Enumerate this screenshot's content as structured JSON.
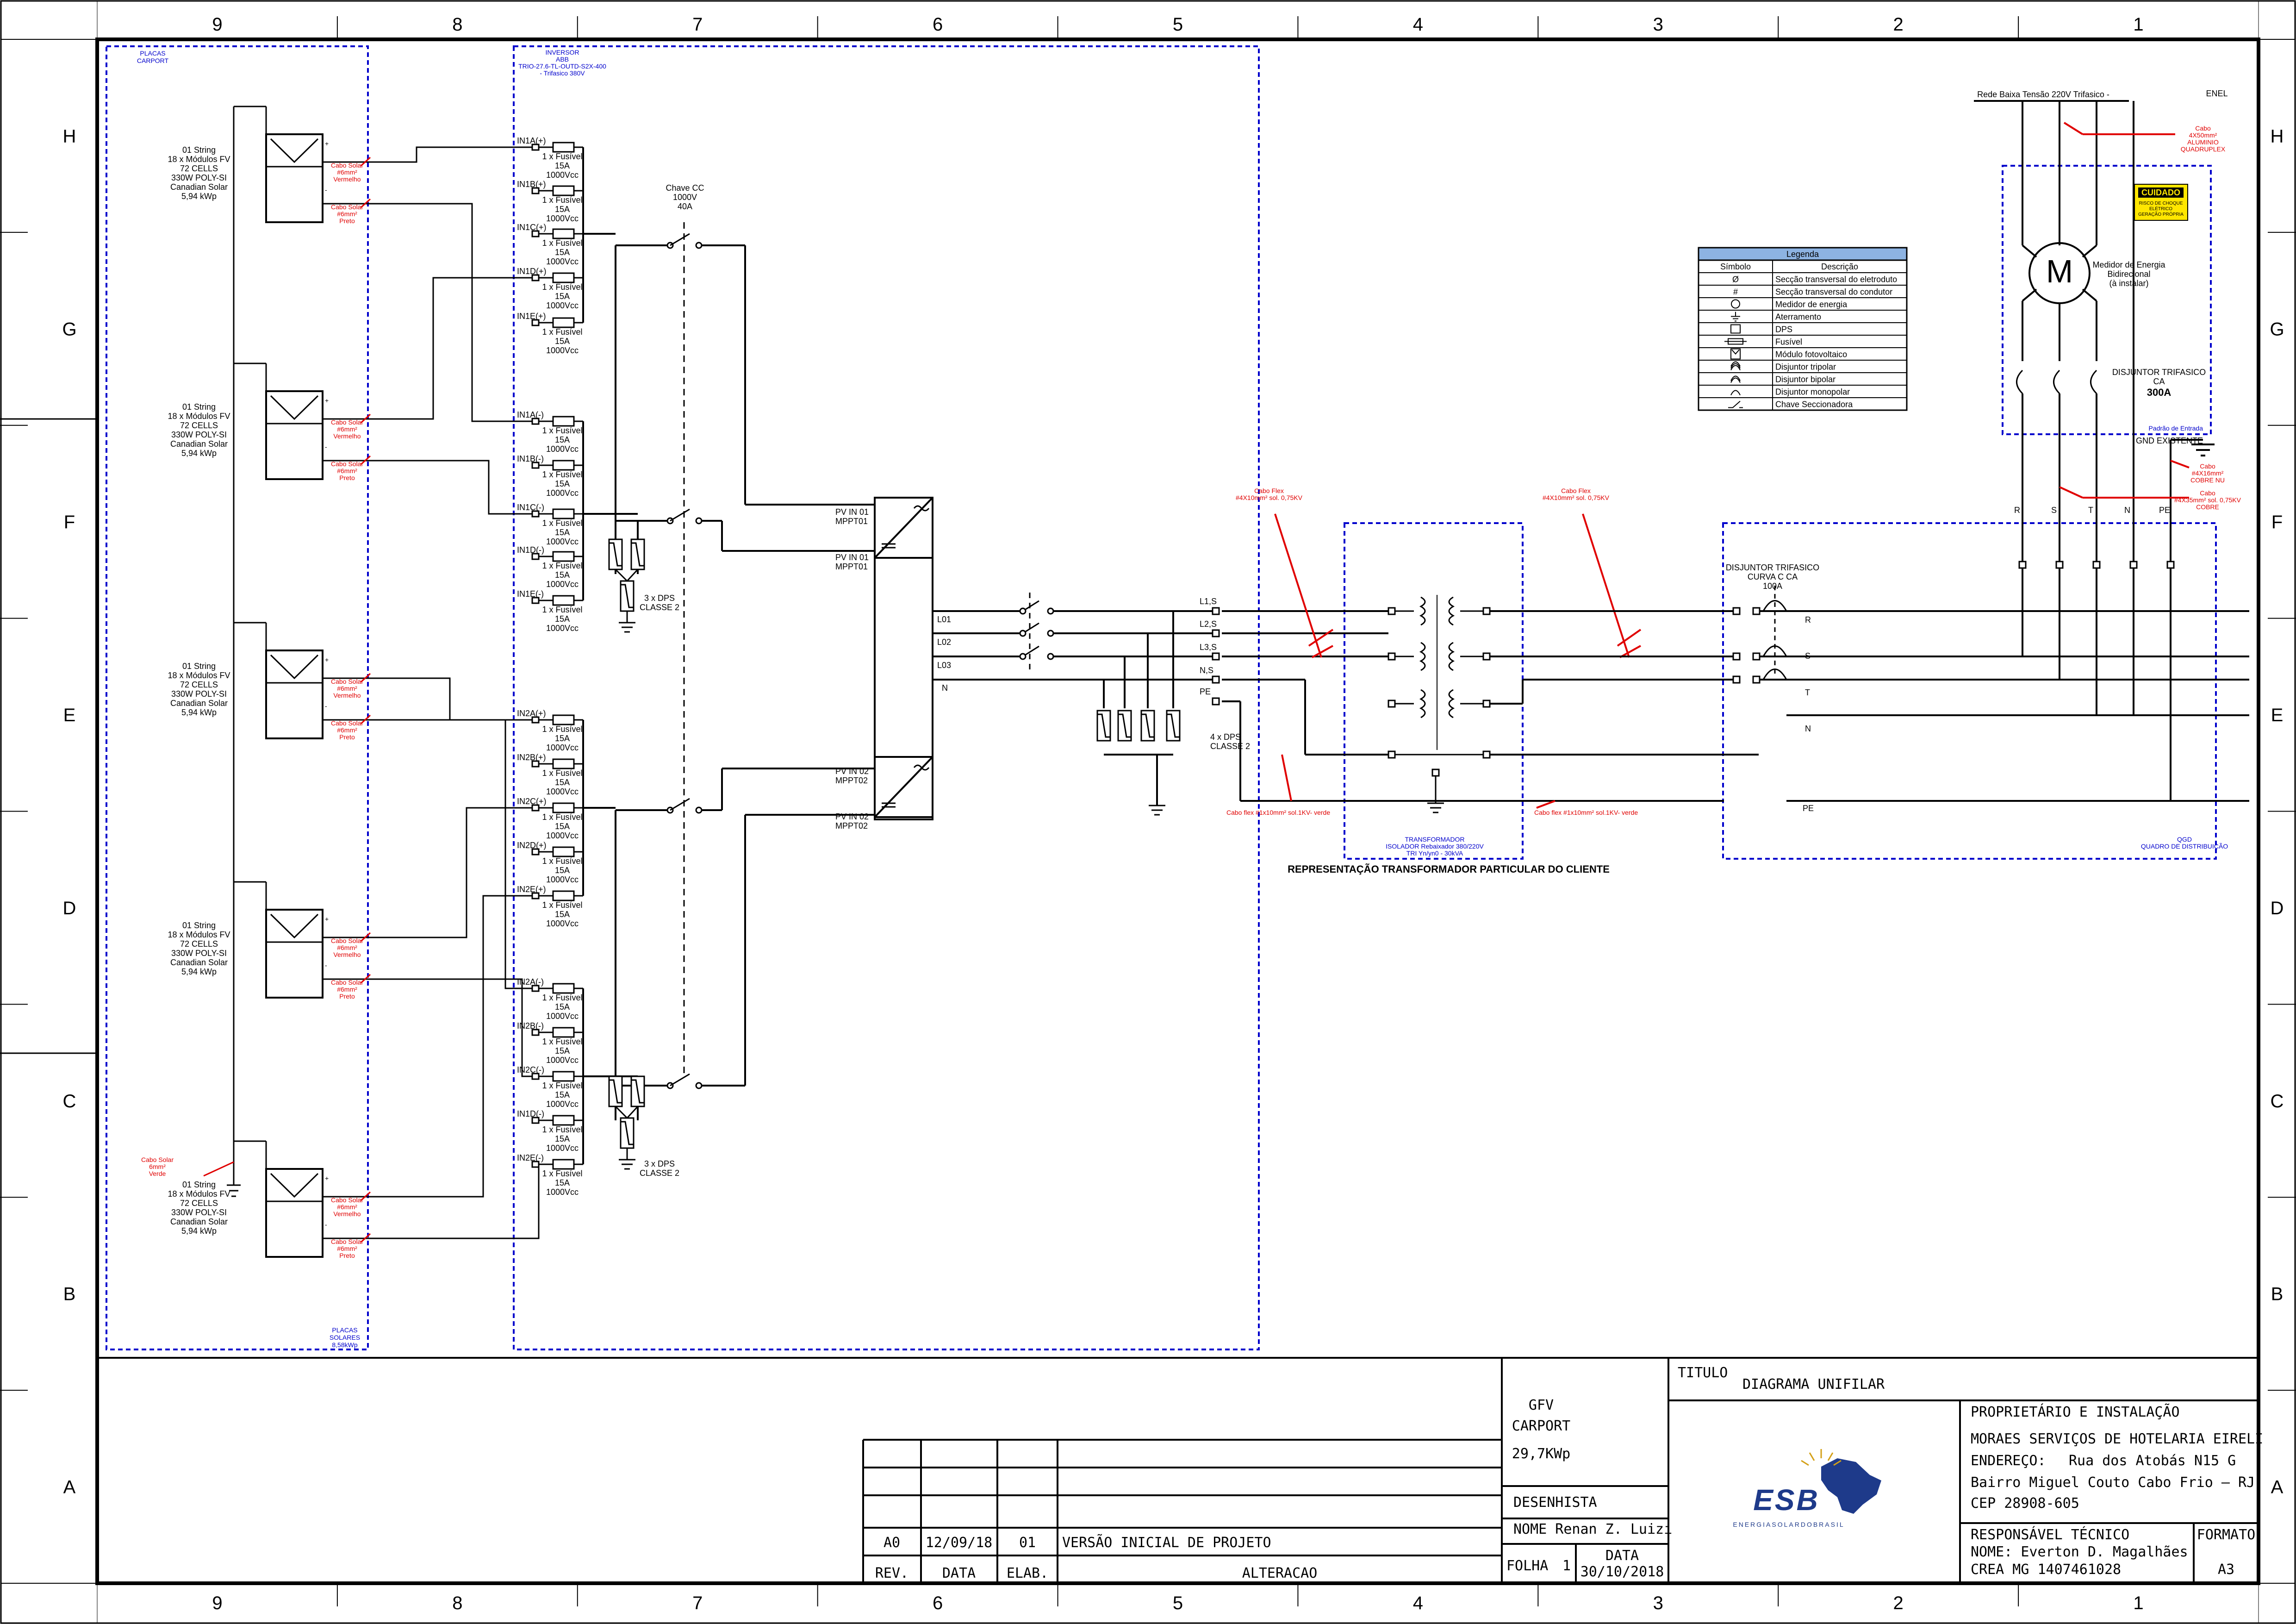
{
  "sheet": {
    "zones_top": [
      "9",
      "8",
      "7",
      "6",
      "5",
      "4",
      "3",
      "2",
      "1"
    ],
    "zones_side": [
      "H",
      "G",
      "F",
      "E",
      "D",
      "C",
      "B",
      "A"
    ]
  },
  "colors": {
    "line": "#000000",
    "cable_label": "#e00000",
    "group_box": "#0000cc",
    "legend_header": "#8db3e2",
    "warning": "#ffe600"
  },
  "modules": {
    "strings": [
      {
        "lines": [
          "01 String",
          "18 x Módulos FV",
          "72 CELLS",
          "330W POLY-SI",
          "Canadian Solar",
          "5,94 kWp"
        ]
      },
      {
        "lines": [
          "01 String",
          "18 x Módulos FV",
          "72 CELLS",
          "330W POLY-SI",
          "Canadian Solar",
          "5,94 kWp"
        ]
      },
      {
        "lines": [
          "01 String",
          "18 x Módulos FV",
          "72 CELLS",
          "330W POLY-SI",
          "Canadian Solar",
          "5,94 kWp"
        ]
      },
      {
        "lines": [
          "01 String",
          "18 x Módulos FV",
          "72 CELLS",
          "330W POLY-SI",
          "Canadian Solar",
          "5,94 kWp"
        ]
      },
      {
        "lines": [
          "01 String",
          "18 x Módulos FV",
          "72 CELLS",
          "330W POLY-SI",
          "Canadian Solar",
          "5,94 kWp"
        ]
      }
    ],
    "cable_pos": [
      "Cabo Solar",
      "#6mm²",
      "Vermelho"
    ],
    "cable_neg": [
      "Cabo Solar",
      "#6mm²",
      "Preto"
    ],
    "ground_cable": [
      "Cabo Solar",
      "6mm²",
      "Verde"
    ],
    "box_label_top": [
      "PLACAS",
      "CARPORT"
    ],
    "box_label_bottom": [
      "PLACAS",
      "SOLARES",
      "8,58kWp"
    ]
  },
  "inverter": {
    "box_label": [
      "INVERSOR",
      "ABB",
      "TRIO-27.6-TL-OUTD-S2X-400",
      "- Trifasico 380V"
    ],
    "fuse_inputs_1": [
      "IN1A(+)",
      "IN1B(+)",
      "IN1C(+)",
      "IN1D(+)",
      "IN1E(+)",
      "IN1A(-)",
      "IN1B(-)",
      "IN1C(-)",
      "IN1D(-)",
      "IN1E(-)"
    ],
    "fuse_inputs_2": [
      "IN2A(+)",
      "IN2B(+)",
      "IN2C(+)",
      "IN2D(+)",
      "IN2E(+)",
      "IN2A(-)",
      "IN2B(-)",
      "IN2C(-)",
      "IN1D(-)",
      "IN2E(-)"
    ],
    "fuse_spec": [
      "1 x Fusível",
      "15A",
      "1000Vcc"
    ],
    "dc_switch": [
      "Chave CC",
      "1000V",
      "40A"
    ],
    "dps_dc": [
      "3 x DPS",
      "CLASSE 2"
    ],
    "mppt_labels": [
      "PV IN 01",
      "MPPT01",
      "PV IN 01",
      "MPPT01",
      "PV IN 02",
      "MPPT02",
      "PV IN 02",
      "MPPT02"
    ],
    "ac_out": [
      "L01",
      "L02",
      "L03",
      "N"
    ]
  },
  "ac_side": {
    "bus_labels": [
      "L1,S",
      "L2,S",
      "L3,S",
      "N,S",
      "PE"
    ],
    "dps_ac": [
      "4 x DPS",
      "CLASSE 2"
    ],
    "cable_flex_1": [
      "Cabo Flex",
      "#4X10mm² sol. 0,75KV"
    ],
    "cable_flex_2": [
      "Cabo Flex",
      "#4X10mm² sol. 0,75KV"
    ],
    "cable_earth_1": "Cabo flex #1x10mm² sol.1KV- verde",
    "cable_earth_2": "Cabo flex #1x10mm² sol.1KV- verde",
    "transformer_label": [
      "TRANSFORMADOR",
      "ISOLADOR Rebaixador 380/220V",
      "TRI Yn/yn0 - 30kVA"
    ],
    "transformer_caption": "REPRESENTAÇÃO TRANSFORMADOR PARTICULAR DO CLIENTE",
    "breaker": [
      "DISJUNTOR TRIFASICO",
      "CURVA C CA",
      "100A"
    ],
    "phases": [
      "R",
      "S",
      "T",
      "N",
      "PE"
    ],
    "qgd": [
      "QGD",
      "QUADRO DE DISTRIBUIÇÃO"
    ]
  },
  "grid": {
    "network": "Rede Baixa Tensão 220V Trifasico -",
    "utility": "ENEL",
    "cable_alu": [
      "Cabo",
      "4X50mm²",
      "ALUMINIO",
      "QUADRUPLEX"
    ],
    "warning": [
      "CUIDADO",
      "RISCO DE CHOQUE",
      "ELÉTRICO",
      "GERAÇÃO PRÓPRIA"
    ],
    "meter_letter": "M",
    "meter": [
      "Medidor de Energia",
      "Bidirecional",
      "(à instalar)"
    ],
    "main_breaker": [
      "DISJUNTOR TRIFASICO",
      "CA",
      "300A"
    ],
    "entry_pattern": "Padrão de Entrada",
    "gnd": "GND EXISTENTE",
    "cable_copper_1": [
      "Cabo",
      "#4X16mm²",
      "COBRE NU"
    ],
    "cable_copper_2": [
      "Cabo",
      "#4X35mm² sol. 0,75KV",
      "COBRE"
    ],
    "phases": [
      "R",
      "S",
      "T",
      "N",
      "PE"
    ]
  },
  "legend": {
    "title": "Legenda",
    "headers": [
      "Símbolo",
      "Descrição"
    ],
    "rows": [
      {
        "symbol": "Ø",
        "desc": "Secção transversal do eletroduto"
      },
      {
        "symbol": "#",
        "desc": "Secção transversal do condutor"
      },
      {
        "symbol": "meter",
        "desc": "Medidor de energia"
      },
      {
        "symbol": "ground",
        "desc": "Aterramento"
      },
      {
        "symbol": "dps",
        "desc": "DPS"
      },
      {
        "symbol": "fuse",
        "desc": "Fusível"
      },
      {
        "symbol": "module",
        "desc": "Módulo fotovoltaico"
      },
      {
        "symbol": "breaker3",
        "desc": "Disjuntor tripolar"
      },
      {
        "symbol": "breaker2",
        "desc": "Disjuntor bipolar"
      },
      {
        "symbol": "breaker1",
        "desc": "Disjuntor monopolar"
      },
      {
        "symbol": "switch",
        "desc": "Chave Seccionadora"
      }
    ]
  },
  "title_block": {
    "project": [
      "GFV",
      "CARPORT",
      "29,7KWp"
    ],
    "titulo_label": "TITULO",
    "titulo": "DIAGRAMA UNIFILAR",
    "owner_label": "PROPRIETÁRIO E INSTALAÇÃO",
    "owner": "MORAES SERVIÇOS DE HOTELARIA EIRELI",
    "address_label": "ENDEREÇO:",
    "address_1": "Rua dos Atobás N15 G",
    "address_2": "Bairro Miguel Couto Cabo Frio — RJ",
    "cep": "CEP 28908-605",
    "desenhista_label": "DESENHISTA",
    "desenhista": "NOME Renan Z. Luizi",
    "folha_label": "FOLHA",
    "folha": "1",
    "data_label": "DATA",
    "data": "30/10/2018",
    "resp_label": "RESPONSÁVEL TÉCNICO",
    "resp": "NOME: Everton D. Magalhães",
    "crea": "CREA   MG 1407461028",
    "formato_label": "FORMATO",
    "formato": "A3",
    "logo_text": "ESB",
    "logo_sub": "ENERGIASOLARDOBRASIL",
    "rev_headers": [
      "REV.",
      "DATA",
      "ELAB.",
      "ALTERACAO"
    ],
    "rev_row": [
      "A0",
      "12/09/18",
      "01",
      "VERSÃO INICIAL DE PROJETO"
    ]
  }
}
